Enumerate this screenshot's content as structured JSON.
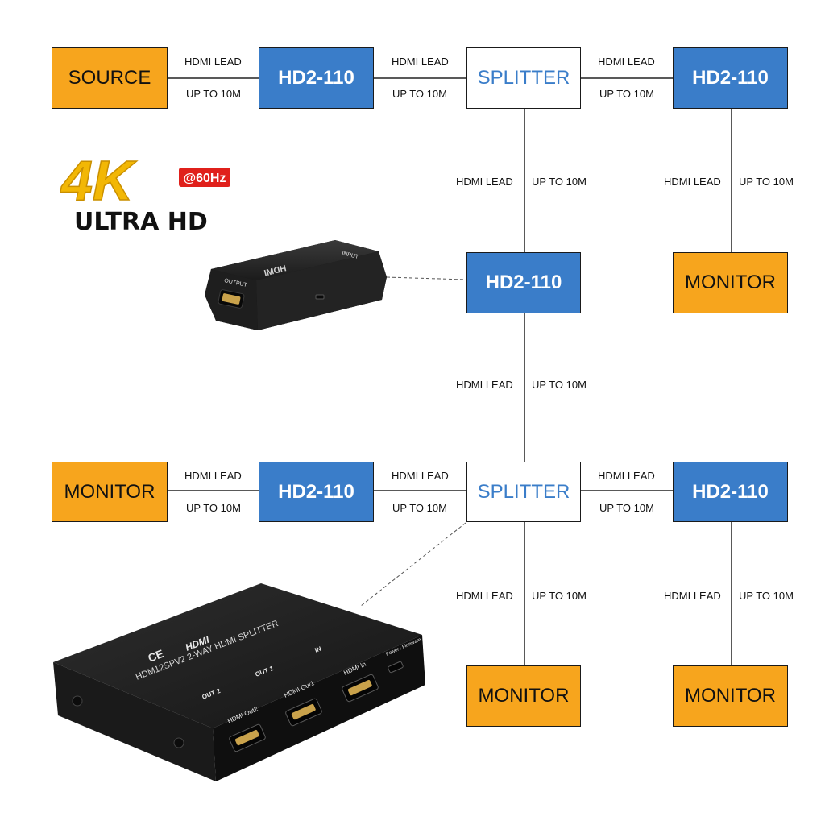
{
  "nodes": {
    "source": "SOURCE",
    "hd_top_left": "HD2-110",
    "splitter_top": "SPLITTER",
    "hd_top_right": "HD2-110",
    "monitor_top_right": "MONITOR",
    "hd_middle": "HD2-110",
    "monitor_mid_left": "MONITOR",
    "hd_mid_left": "HD2-110",
    "splitter_mid": "SPLITTER",
    "hd_mid_right": "HD2-110",
    "monitor_bottom_center": "MONITOR",
    "monitor_bottom_right": "MONITOR"
  },
  "link": {
    "lead": "HDMI LEAD",
    "distance": "UP TO 10M"
  },
  "colors": {
    "source_monitor": "#f7a51d",
    "extender": "#3a7dc9",
    "splitter_text": "#3a7dc9"
  },
  "logo": {
    "resolution": "4K",
    "refresh": "@60Hz",
    "caption": "ULTRA HD"
  },
  "extender_device": {
    "brand": "HDMI",
    "port_label": "OUTPUT",
    "side_label": "INPUT"
  },
  "splitter_device": {
    "model": "HDM12SPV2 2-WAY HDMI SPLITTER",
    "ports": [
      "HDMI Out2",
      "HDMI Out1",
      "HDMI In",
      "Power / Firmware"
    ],
    "tags": [
      "OUT 2",
      "OUT 1",
      "IN"
    ],
    "icon_names": [
      "hdmi-logo-icon",
      "ce-mark-icon"
    ]
  }
}
